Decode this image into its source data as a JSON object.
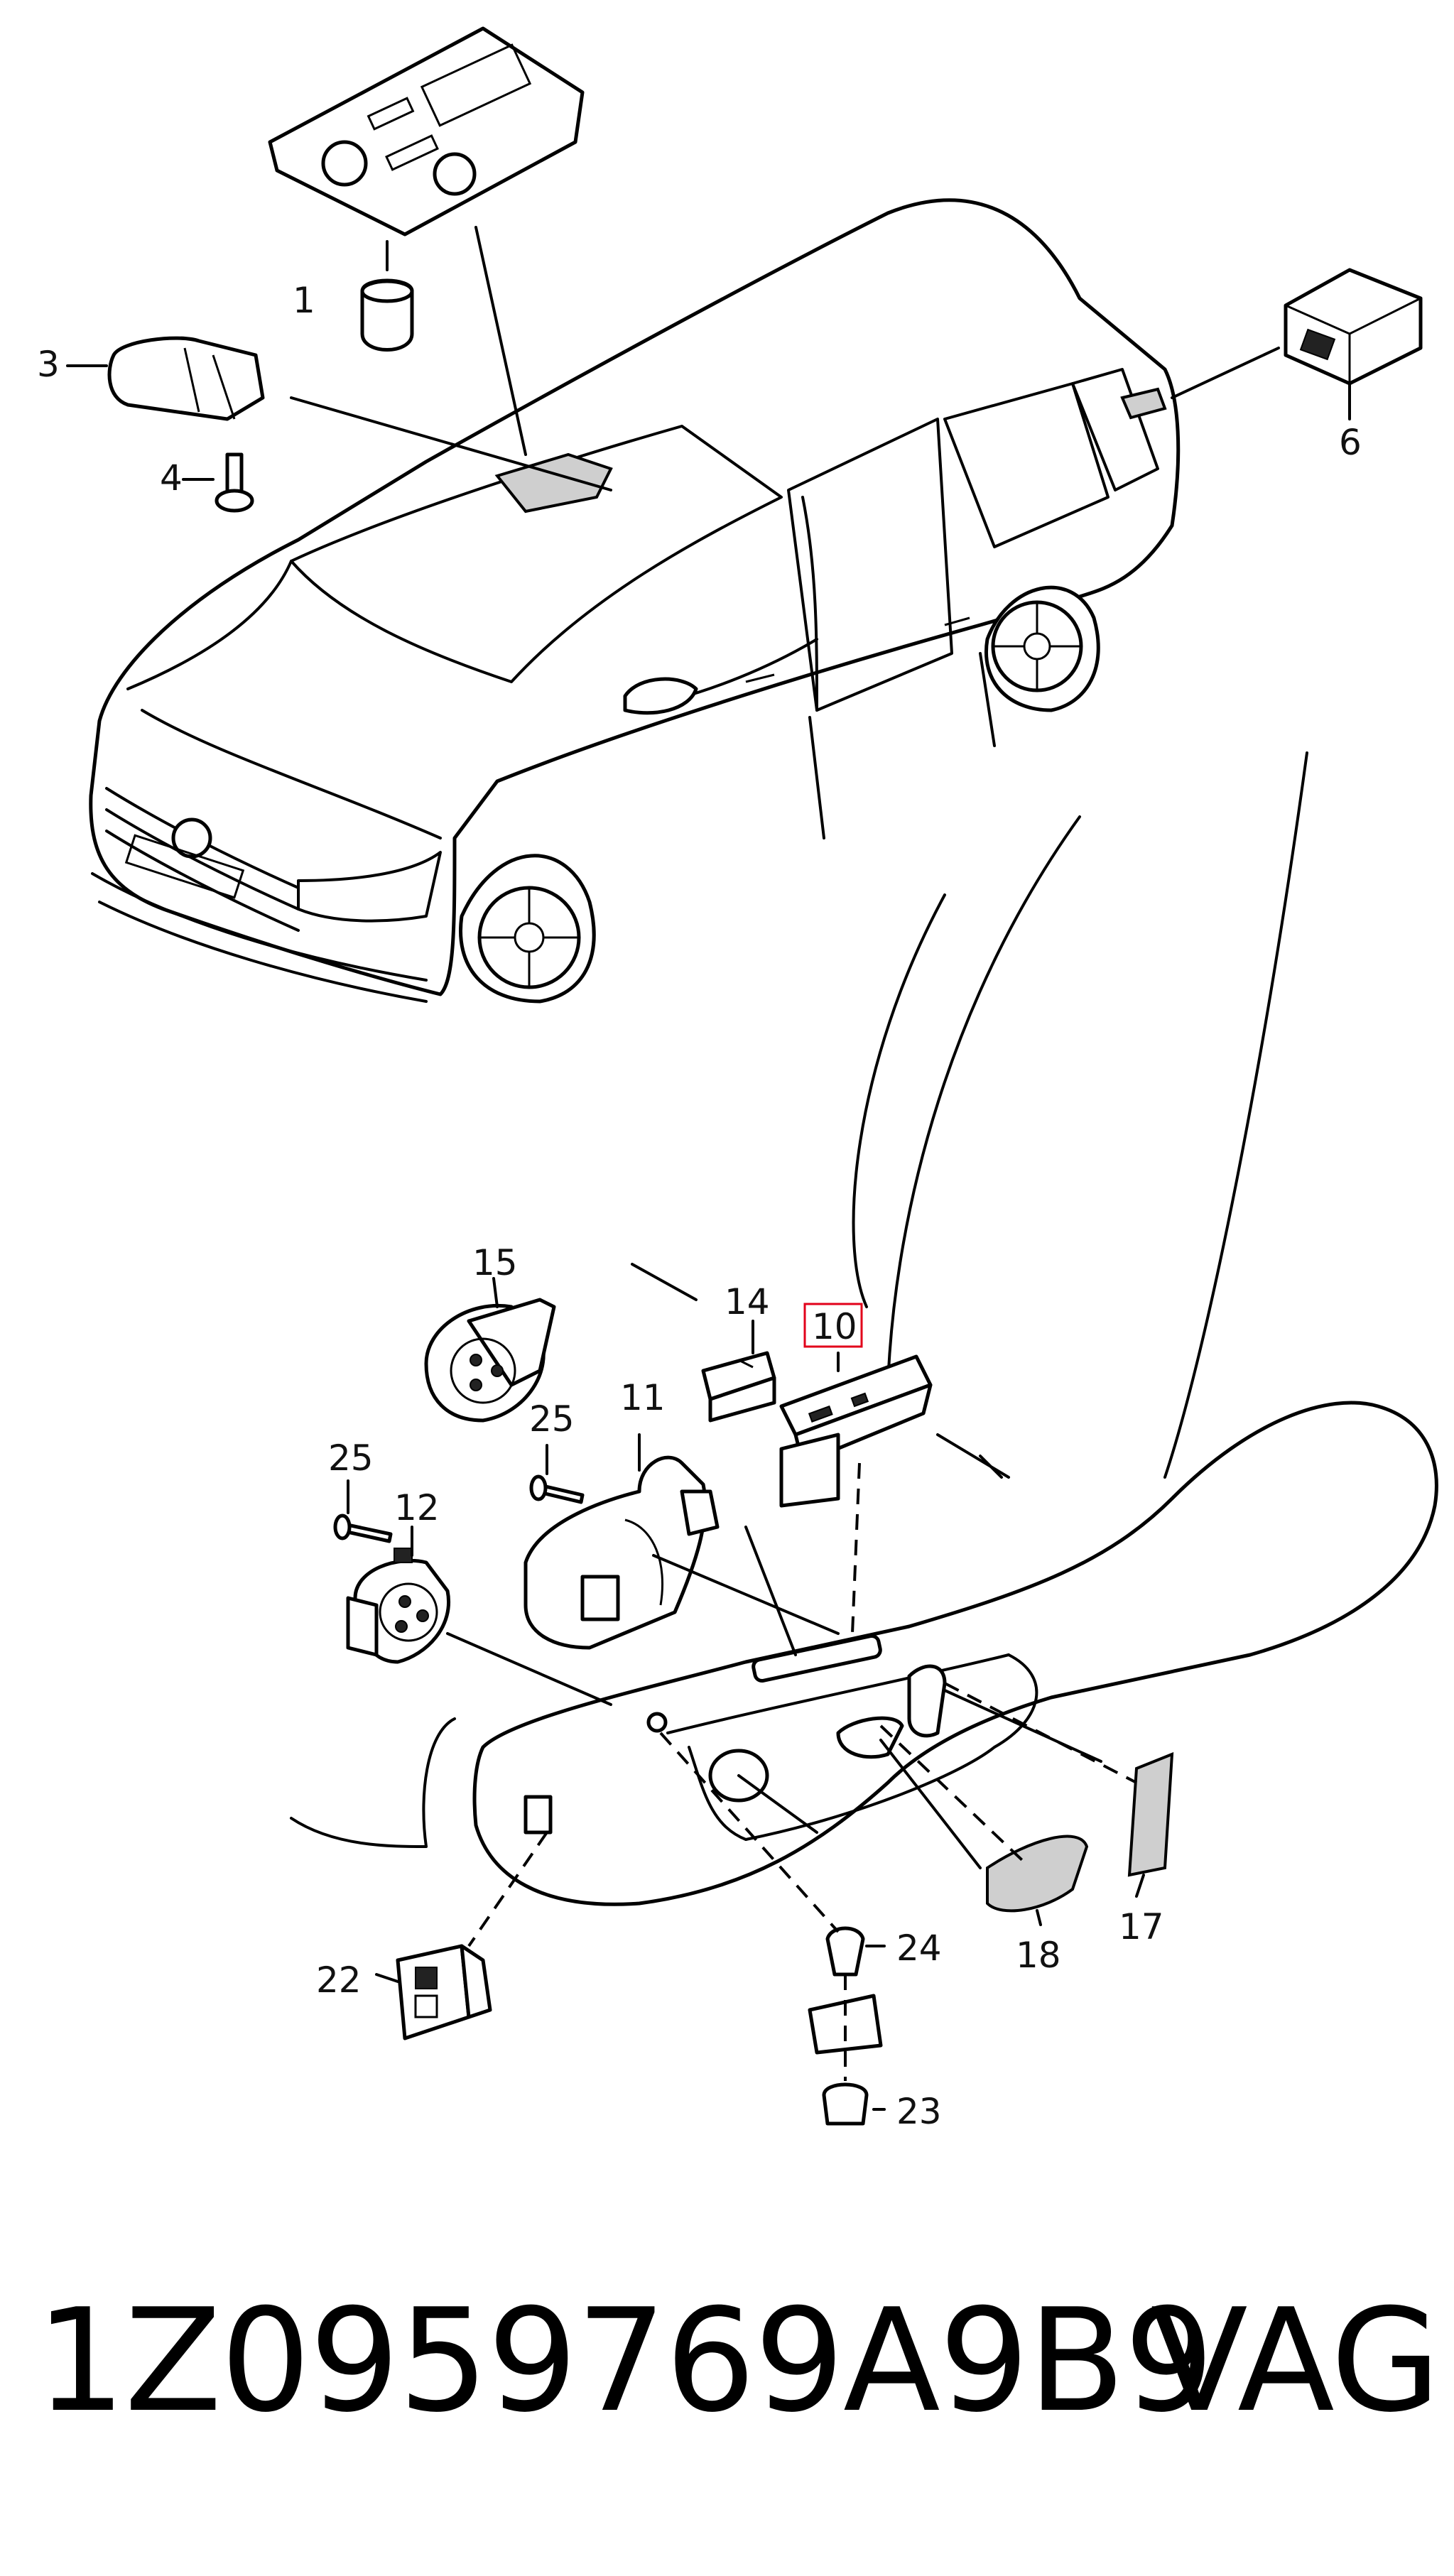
{
  "callouts": {
    "c1": "1",
    "c3": "3",
    "c4": "4",
    "c6": "6",
    "c10": "10",
    "c11": "11",
    "c12": "12",
    "c14": "14",
    "c15": "15",
    "c17": "17",
    "c18": "18",
    "c22": "22",
    "c23": "23",
    "c24": "24",
    "c25a": "25",
    "c25b": "25"
  },
  "highlight_color": "#e2001a",
  "footer": {
    "part_number": "1Z0959769A9B9",
    "brand": "VAG"
  }
}
